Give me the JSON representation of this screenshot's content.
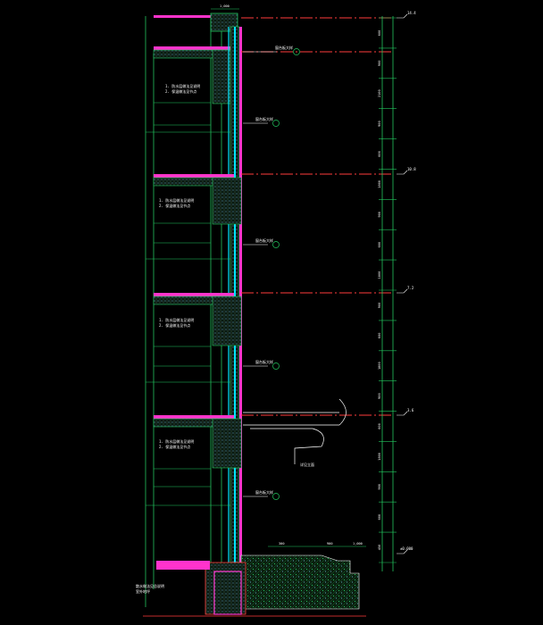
{
  "drawing": {
    "background": "#000000",
    "colors": {
      "green": "#22c55e",
      "cyan": "#00e5ff",
      "magenta": "#ff33cc",
      "red": "#ff3b3b",
      "white": "#ffffff",
      "yellow": "#ffff66"
    },
    "top_dim": "1,000",
    "floor_tags": [
      "±0.000",
      "3.6",
      "7.2",
      "10.8",
      "14.4"
    ],
    "vertical_dims": [
      "600",
      "900",
      "2100",
      "900",
      "600",
      "1800",
      "900",
      "600",
      "1800",
      "900",
      "600",
      "1800",
      "900",
      "600",
      "1800",
      "900",
      "600",
      "450"
    ],
    "left_notes": [
      "1. 防水层做法见说明",
      "2. 保温做法见节点",
      "1. 防水层做法见说明",
      "2. 保温做法见节点",
      "1. 防水层做法见说明",
      "2. 保温做法见节点",
      "1. 防水层做法见说明",
      "2. 保温做法见节点"
    ],
    "right_callouts": [
      "窗台板大样",
      "窗台板大样",
      "窗台板大样",
      "窗台板大样",
      "窗台板大样"
    ],
    "bottom_notes": [
      "散水做法见总说明",
      "室外地坪"
    ],
    "balcony_note": "详见立面",
    "bottom_dims": [
      "300",
      "900",
      "1,000"
    ]
  }
}
